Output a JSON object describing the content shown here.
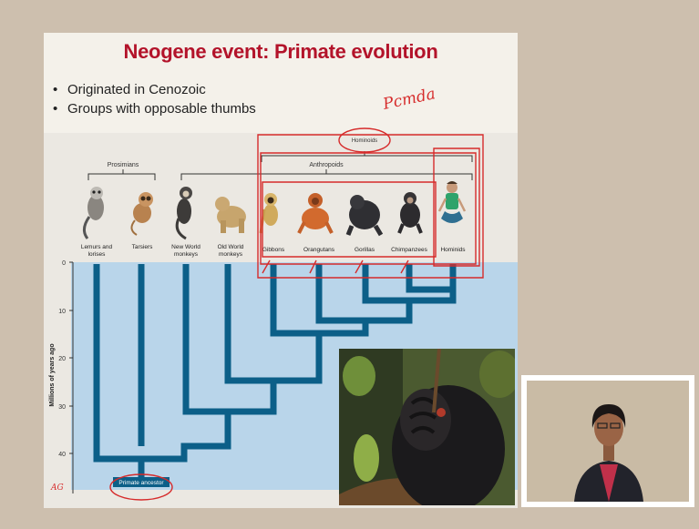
{
  "slide": {
    "title": "Neogene event: Primate evolution",
    "bullets": [
      "Originated in Cenozoic",
      "Groups with opposable thumbs"
    ]
  },
  "annotation": {
    "handwritten_note": "Pcmda"
  },
  "tree": {
    "groups": {
      "prosimians": "Prosimians",
      "anthropoids": "Anthropoids",
      "hominoids": "Hominoids"
    },
    "taxa": [
      {
        "line1": "Lemurs and",
        "line2": "lorises",
        "icon": "lemur-icon"
      },
      {
        "line1": "Tarsiers",
        "line2": "",
        "icon": "tarsier-icon"
      },
      {
        "line1": "New World",
        "line2": "monkeys",
        "icon": "new-world-monkey-icon"
      },
      {
        "line1": "Old World",
        "line2": "monkeys",
        "icon": "old-world-monkey-icon"
      },
      {
        "line1": "Gibbons",
        "line2": "",
        "icon": "gibbon-icon"
      },
      {
        "line1": "Orangutans",
        "line2": "",
        "icon": "orangutan-icon"
      },
      {
        "line1": "Gorillas",
        "line2": "",
        "icon": "gorilla-icon"
      },
      {
        "line1": "Chimpanzees",
        "line2": "",
        "icon": "chimpanzee-icon"
      },
      {
        "line1": "Hominids",
        "line2": "",
        "icon": "human-icon"
      }
    ],
    "axis": {
      "label": "Millions of years ago",
      "ticks": [
        "0",
        "10",
        "20",
        "30",
        "40"
      ]
    },
    "root_label": "Primate ancestor",
    "corner_mark": "AG"
  },
  "colors": {
    "title": "#b3132a",
    "branch": "#0c5f88",
    "chart_bg": "#b9d5ea",
    "ink": "#d62b2b"
  },
  "overlays": {
    "photo": "gorilla-hand-photo",
    "webcam": "presenter-video"
  }
}
